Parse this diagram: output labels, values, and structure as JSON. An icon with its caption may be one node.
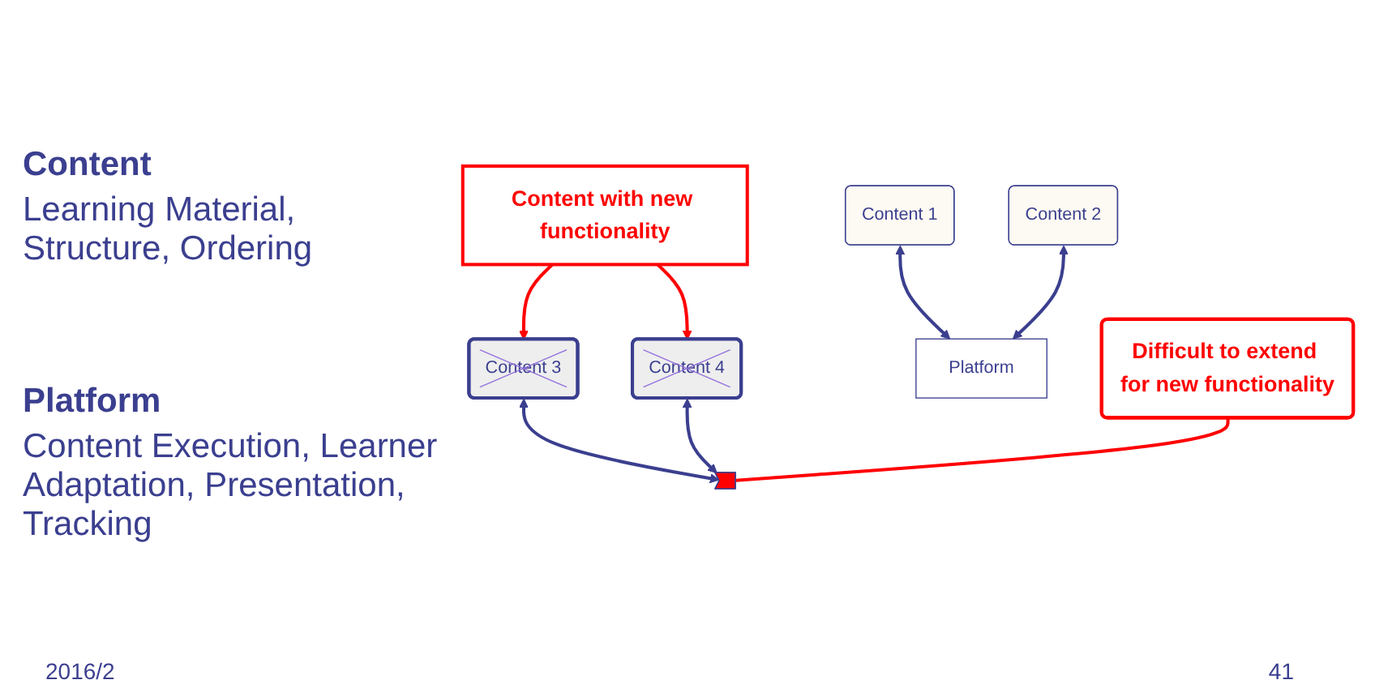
{
  "diagram": {
    "nodes": [
      {
        "text": [
          "Content with new functionality"
        ]
      },
      {
        "text": [
          "Content 1"
        ]
      },
      {
        "text": [
          "Content 2"
        ]
      },
      {
        "text": [
          "Content 3"
        ]
      },
      {
        "text": [
          "Content 4"
        ]
      },
      {
        "text": [
          "Platform"
        ]
      },
      {
        "text": [],
        "shape": "bar"
      },
      {
        "text": [
          "Difficult to extend for new functionality"
        ]
      }
    ],
    "edges": [
      {
        "from": 0,
        "to": 3,
        "arrow": "to",
        "color": "#ff0000"
      },
      {
        "from": 0,
        "to": 4,
        "arrow": "to",
        "color": "#ff0000"
      },
      {
        "from": 1,
        "to": 5,
        "arrow": "both"
      },
      {
        "from": 2,
        "to": 5,
        "arrow": "both"
      },
      {
        "from": 3,
        "to": 6,
        "arrow": "both"
      },
      {
        "from": 4,
        "to": 6,
        "arrow": "both"
      },
      {
        "from": 7,
        "to": 6,
        "arrow": "none",
        "color": "#ff0000"
      }
    ],
    "labels": [
      "Content",
      "Learning Material, Structure, Ordering",
      "Platform",
      "Content Execution, Learner Adaptation, Presentation, Tracking",
      "2016/2",
      "41"
    ]
  }
}
